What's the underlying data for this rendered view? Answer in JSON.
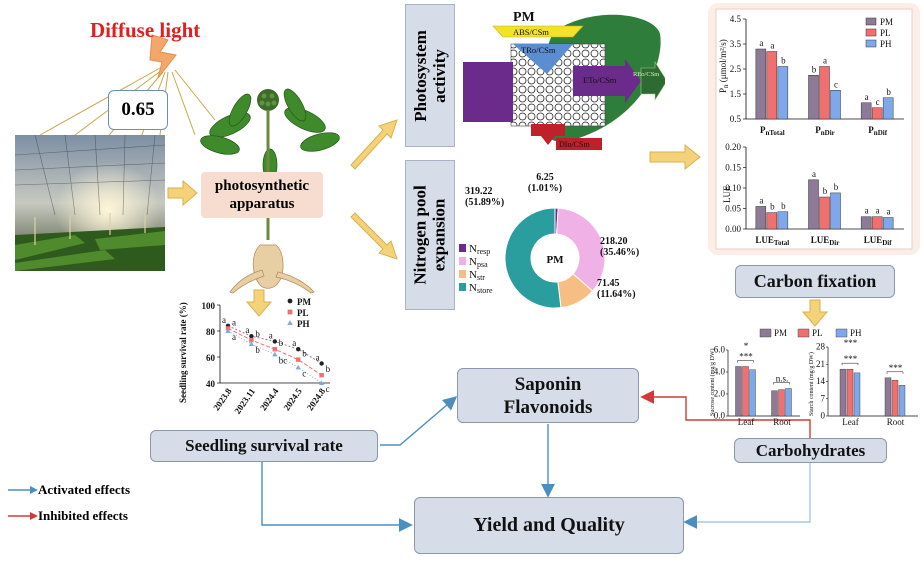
{
  "header": {
    "diffuse_light": "Diffuse light",
    "light_value": "0.65"
  },
  "apparatus": {
    "label_line1": "photosynthetic",
    "label_line2": "apparatus"
  },
  "photosystem": {
    "title": "Photosystem activity",
    "title_line1": "Photosystem",
    "title_line2": "activity",
    "pm": "PM",
    "abs": "ABS/CSm",
    "tro": "TRo/CSm",
    "eto": "ETo/CSm",
    "reo": "REo/CSm",
    "dio": "DIo/CSm"
  },
  "nitrogen": {
    "title_line1": "Nitrogen pool",
    "title_line2": "expansion",
    "center": "PM",
    "legend": [
      "N",
      "N",
      "N",
      "N"
    ],
    "legend_sub": [
      "resp",
      "psa",
      "str",
      "store"
    ]
  },
  "carbon_fixation": {
    "label": "Carbon fixation"
  },
  "carbohydrates": {
    "label": "Carbohydrates"
  },
  "saponin": {
    "line1": "Saponin",
    "line2": "Flavonoids"
  },
  "survival": {
    "label": "Seedling survival rate"
  },
  "yield": {
    "label": "Yield and Quality"
  },
  "legend": {
    "activated": "Activated effects",
    "inhibited": "Inhibited effects"
  },
  "colors": {
    "pm": "#8c7a96",
    "pl": "#f07070",
    "ph": "#7fa8ea",
    "activated": "#4a8fc0",
    "inhibited": "#d23a3a",
    "box": "#d6dde8",
    "donut_teal": "#2a9d9e",
    "donut_pink": "#f0b2e6",
    "donut_orange": "#f6be82",
    "donut_purple": "#6a2b8a"
  },
  "chart_data": [
    {
      "type": "bar",
      "name": "Pn",
      "ylabel": "P",
      "ylabel_sub": "n",
      "ylabel_unit": " (μmol/m²/s)",
      "ylim": [
        0.5,
        4.5
      ],
      "yticks": [
        "4.5",
        "3.5",
        "2.5",
        "1.5",
        "0.5"
      ],
      "categories": [
        "P",
        "P",
        "P"
      ],
      "category_subs": [
        "nTotal",
        "nDir",
        "nDif"
      ],
      "legend": [
        "PM",
        "PL",
        "PH"
      ],
      "series": [
        {
          "name": "PM",
          "values": [
            3.3,
            2.25,
            1.15
          ],
          "labels": [
            "a",
            "b",
            "a"
          ]
        },
        {
          "name": "PL",
          "values": [
            3.2,
            2.6,
            0.95
          ],
          "labels": [
            "a",
            "a",
            "c"
          ]
        },
        {
          "name": "PH",
          "values": [
            2.6,
            1.65,
            1.35
          ],
          "labels": [
            "b",
            "c",
            "b"
          ]
        }
      ]
    },
    {
      "type": "bar",
      "name": "LUE",
      "ylabel": "LUE",
      "ylim": [
        0.0,
        0.2
      ],
      "yticks": [
        "0.20",
        "0.15",
        "0.10",
        "0.05",
        "0.00"
      ],
      "categories": [
        "LUE",
        "LUE",
        "LUE"
      ],
      "category_subs": [
        "Total",
        "Dir",
        "Dif"
      ],
      "series": [
        {
          "name": "PM",
          "values": [
            0.055,
            0.12,
            0.03
          ],
          "labels": [
            "a",
            "a",
            "a"
          ]
        },
        {
          "name": "PL",
          "values": [
            0.04,
            0.078,
            0.03
          ],
          "labels": [
            "b",
            "b",
            "a"
          ]
        },
        {
          "name": "PH",
          "values": [
            0.042,
            0.088,
            0.028
          ],
          "labels": [
            "b",
            "b",
            "a"
          ]
        }
      ]
    },
    {
      "type": "pie",
      "name": "Nitrogen pool",
      "labels": [
        "Nresp",
        "Npsa",
        "Nstr",
        "Nstore"
      ],
      "values": [
        6.25,
        218.2,
        71.45,
        319.22
      ],
      "value_labels": [
        "6.25",
        "218.20",
        "71.45",
        "319.22"
      ],
      "percent_labels": [
        "(1.01%)",
        "(35.46%)",
        "(11.64%)",
        "(51.89%)"
      ]
    },
    {
      "type": "line",
      "name": "Seedling survival",
      "ylabel": "Seedling survival rate (%)",
      "ylim": [
        40,
        100
      ],
      "yticks": [
        "100",
        "80",
        "60",
        "40"
      ],
      "x": [
        "2023.8",
        "2023.11",
        "2024.4",
        "2024.5",
        "2024.8"
      ],
      "legend": [
        "PM",
        "PL",
        "PH"
      ],
      "series": [
        {
          "name": "PM",
          "values": [
            84,
            76,
            72,
            66,
            55
          ],
          "labels": [
            "a",
            "a",
            "a",
            "a",
            "a"
          ]
        },
        {
          "name": "PL",
          "values": [
            82,
            73,
            66,
            58,
            46
          ],
          "labels": [
            "a",
            "b",
            "b",
            "b",
            "b"
          ]
        },
        {
          "name": "PH",
          "values": [
            80,
            70,
            62,
            52,
            40
          ],
          "labels": [
            "a",
            "b",
            "bc",
            "c",
            "c"
          ]
        }
      ]
    },
    {
      "type": "bar",
      "name": "Sucrose",
      "ylabel": "Sucrose content (mg/g DW)",
      "ylim": [
        0,
        6
      ],
      "yticks": [
        "6.0",
        "4.0",
        "2.0",
        "0.0"
      ],
      "categories": [
        "Leaf",
        "Root"
      ],
      "legend": [
        "PM",
        "PL",
        "PH"
      ],
      "significance": [
        "***",
        "n.s.",
        "*"
      ],
      "series": [
        {
          "name": "PM",
          "values": [
            4.5,
            2.3
          ]
        },
        {
          "name": "PL",
          "values": [
            4.5,
            2.4
          ]
        },
        {
          "name": "PH",
          "values": [
            4.2,
            2.5
          ]
        }
      ]
    },
    {
      "type": "bar",
      "name": "Starch",
      "ylabel": "Starch content (mg/g DW)",
      "ylim": [
        0,
        28
      ],
      "yticks": [
        "28",
        "21",
        "14",
        "7",
        "0"
      ],
      "categories": [
        "Leaf",
        "Root"
      ],
      "significance": [
        "***",
        "***",
        "***"
      ],
      "series": [
        {
          "name": "PM",
          "values": [
            19,
            15.5
          ]
        },
        {
          "name": "PL",
          "values": [
            19,
            14.5
          ]
        },
        {
          "name": "PH",
          "values": [
            17.5,
            12.5
          ]
        }
      ]
    }
  ]
}
